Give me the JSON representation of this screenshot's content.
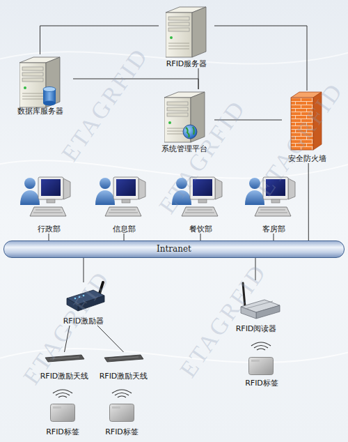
{
  "diagram": {
    "nodes": [
      {
        "text": [
          "RFID服务器"
        ]
      },
      {
        "text": [
          "数据库服务器"
        ]
      },
      {
        "text": [
          "系统管理平台"
        ]
      },
      {
        "text": [
          "安全防火墙"
        ]
      },
      {
        "text": [
          "行政部"
        ]
      },
      {
        "text": [
          "信息部"
        ]
      },
      {
        "text": [
          "餐饮部"
        ]
      },
      {
        "text": [
          "客房部"
        ]
      },
      {
        "text": [
          "Intranet"
        ]
      },
      {
        "text": [
          "RFID激励器"
        ]
      },
      {
        "text": [
          "RFID阅读器"
        ]
      },
      {
        "text": [
          "RFID激励天线"
        ]
      },
      {
        "text": [
          "RFID激励天线"
        ]
      },
      {
        "text": [
          "RFID标签"
        ]
      },
      {
        "text": [
          "RFID标签"
        ]
      },
      {
        "text": [
          "RFID标签"
        ]
      }
    ],
    "edges": [
      {
        "from": 1,
        "to": 0,
        "arrow": "none"
      },
      {
        "from": 1,
        "to": 2,
        "arrow": "none"
      },
      {
        "from": 0,
        "to": 2,
        "arrow": "none"
      },
      {
        "from": 0,
        "to": 3,
        "arrow": "none"
      },
      {
        "from": 2,
        "to": 3,
        "arrow": "none"
      },
      {
        "from": 3,
        "to": 8,
        "arrow": "none"
      },
      {
        "from": 4,
        "to": 8,
        "arrow": "none"
      },
      {
        "from": 5,
        "to": 8,
        "arrow": "none"
      },
      {
        "from": 6,
        "to": 8,
        "arrow": "none"
      },
      {
        "from": 7,
        "to": 8,
        "arrow": "none"
      },
      {
        "from": 8,
        "to": 9,
        "arrow": "none"
      },
      {
        "from": 8,
        "to": 10,
        "arrow": "none"
      },
      {
        "from": 9,
        "to": 11,
        "arrow": "none"
      },
      {
        "from": 9,
        "to": 12,
        "arrow": "none"
      }
    ],
    "labels": [
      "ETAGRFID",
      "ETAGRFID",
      "ETAGRFID",
      "ETAGRFID",
      "ETAGRFID"
    ]
  }
}
